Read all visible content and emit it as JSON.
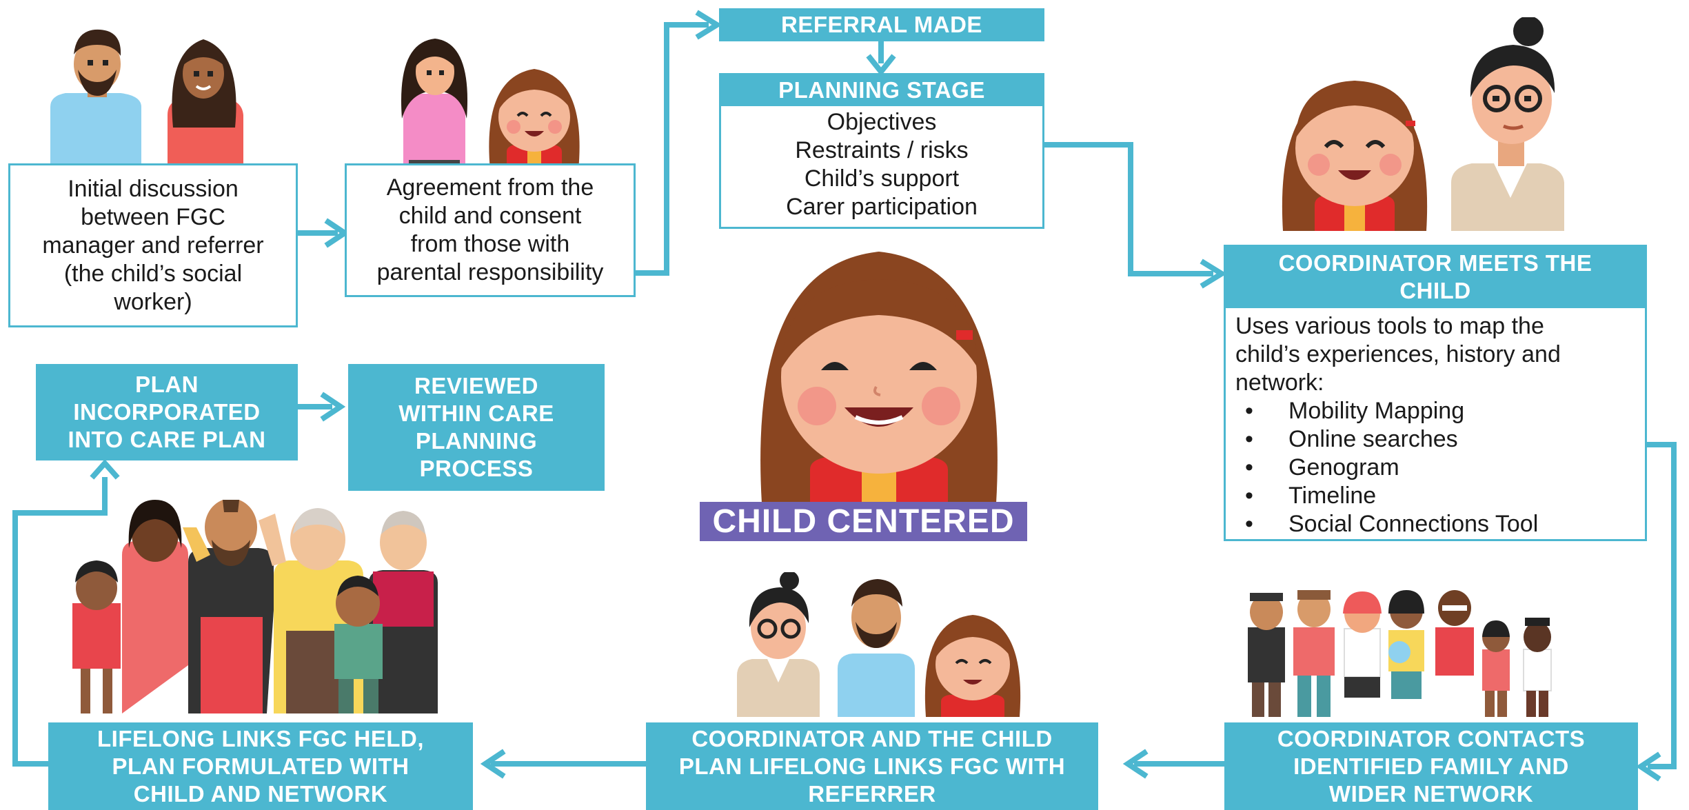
{
  "colors": {
    "accent": "#4cb7d0",
    "badge": "#6f63b3",
    "text": "#1a1a1a"
  },
  "steps": {
    "initial": {
      "lines": [
        "Initial discussion",
        "between FGC",
        "manager and referrer",
        "(the child’s social",
        "worker)"
      ]
    },
    "agreement": {
      "lines": [
        "Agreement from the",
        "child and consent",
        "from those with",
        "parental responsibility"
      ]
    },
    "referral": {
      "title": "REFERRAL MADE"
    },
    "planning": {
      "title": "PLANNING STAGE",
      "items": [
        "Objectives",
        "Restraints / risks",
        "Child’s support",
        "Carer participation"
      ]
    },
    "meets": {
      "title_lines": [
        "COORDINATOR MEETS THE",
        "CHILD"
      ],
      "intro": [
        "Uses various tools to map the",
        "child’s experiences, history and",
        "network:"
      ],
      "tools": [
        "Mobility Mapping",
        "Online searches",
        "Genogram",
        "Timeline",
        "Social Connections Tool"
      ]
    },
    "contacts": {
      "title_lines": [
        "COORDINATOR CONTACTS",
        "IDENTIFIED FAMILY AND",
        "WIDER NETWORK"
      ]
    },
    "plan_with_referrer": {
      "title_lines": [
        "COORDINATOR AND THE CHILD",
        "PLAN LIFELONG LINKS FGC WITH",
        "REFERRER"
      ]
    },
    "fgc_held": {
      "title_lines": [
        "LIFELONG LINKS FGC HELD,",
        "PLAN FORMULATED WITH",
        "CHILD AND NETWORK"
      ]
    },
    "incorporated": {
      "title_lines": [
        "PLAN",
        "INCORPORATED",
        "INTO CARE PLAN"
      ]
    },
    "reviewed": {
      "title_lines": [
        "REVIEWED",
        "WITHIN CARE",
        "PLANNING",
        "PROCESS"
      ]
    }
  },
  "center_label": "CHILD CENTERED",
  "illustrations": [
    "referrer-and-manager-illustration",
    "child-and-parent-illustration",
    "child-and-coordinator-illustration",
    "central-child-illustration",
    "extended-family-illustration",
    "coordinator-referrer-child-illustration",
    "family-network-illustration"
  ]
}
